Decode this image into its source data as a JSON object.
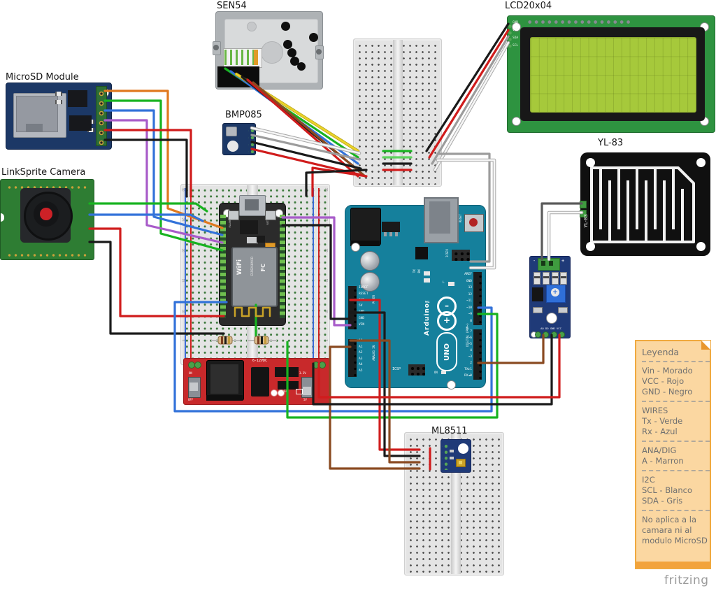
{
  "labels": {
    "microsd": "MicroSD Module",
    "sen54": "SEN54",
    "bmp085": "BMP085",
    "lcd": "LCD20x04",
    "camera": "LinkSprite Camera",
    "yl83": "YL-83",
    "ml8511": "ML8511"
  },
  "lcd": {
    "pins": [
      "GND",
      "VCC",
      "SDA",
      "SCL"
    ]
  },
  "yl83": {
    "silk": "YL-83"
  },
  "comparator": {
    "pins_label": "AO DO GND VCC",
    "minus": "-",
    "plus": "+"
  },
  "power_module": {
    "voltage": "6-12VDC",
    "on": "ON",
    "off": "OFF",
    "v33": "3.3V",
    "v5": "5V",
    "power": "POWER"
  },
  "nodemcu": {
    "flash": "FLASH",
    "rst": "RST",
    "wifi": "WiFi",
    "fc": "FC",
    "module": "ESP8266MOD"
  },
  "arduino": {
    "brand": "Arduino™",
    "uno": "UNO",
    "icsp": "ICSP",
    "icsp2": "ICSP2",
    "reset": "RESET",
    "tx": "TX",
    "rx": "RX",
    "led_l": "L",
    "led_on": "ON",
    "digital": "DIGITAL (PWM~)",
    "analog": "ANALOG IN",
    "power": "POWER",
    "right_pins_top": [
      "AREF",
      "GND",
      "13",
      "12",
      "~11",
      "~10",
      "~9",
      "8"
    ],
    "right_pins_bottom": [
      "7",
      "~6",
      "~5",
      "4",
      "~3",
      "2",
      "TX►1",
      "RX◄0"
    ],
    "left_power_pins": [
      "IOREF",
      "RESET",
      "3V3",
      "5V",
      "GND",
      "GND",
      "VIN"
    ],
    "left_analog_pins": [
      "A0",
      "A1",
      "A2",
      "A3",
      "A4",
      "A5"
    ]
  },
  "breadboard": {
    "row_numbers": [
      "30",
      "25",
      "20",
      "15",
      "10",
      "5"
    ]
  },
  "legend": {
    "title": "Leyenda",
    "groups": [
      {
        "lines": [
          "Vin - Morado",
          "VCC - Rojo",
          "GND - Negro"
        ]
      },
      {
        "lines": [
          "WIRES",
          "Tx - Verde",
          "Rx - Azul"
        ]
      },
      {
        "lines": [
          "ANA/DIG",
          "A - Marron"
        ]
      },
      {
        "lines": [
          "I2C",
          "SCL - Blanco",
          "SDA - Gris"
        ]
      },
      {
        "lines": [
          "No aplica a la camara ni al modulo MicroSD"
        ]
      }
    ]
  },
  "watermark": "fritzing",
  "colors": {
    "wire_red": "#d01c1c",
    "wire_black": "#1a1a1a",
    "wire_green": "#18b320",
    "wire_blue": "#3272d9",
    "wire_orange": "#e0791f",
    "wire_purple": "#a85cc9",
    "wire_yellow": "#ead32a",
    "wire_brown": "#8a4a21",
    "wire_gray": "#9c9c9c",
    "wire_white": "#f2f2f2",
    "note_bg": "#fbd7a1",
    "note_border": "#f0a93f",
    "arduino_teal": "#15809c",
    "pcb_green": "#2e9340",
    "pcb_navy": "#1c3866",
    "power_red": "#c8292b"
  }
}
